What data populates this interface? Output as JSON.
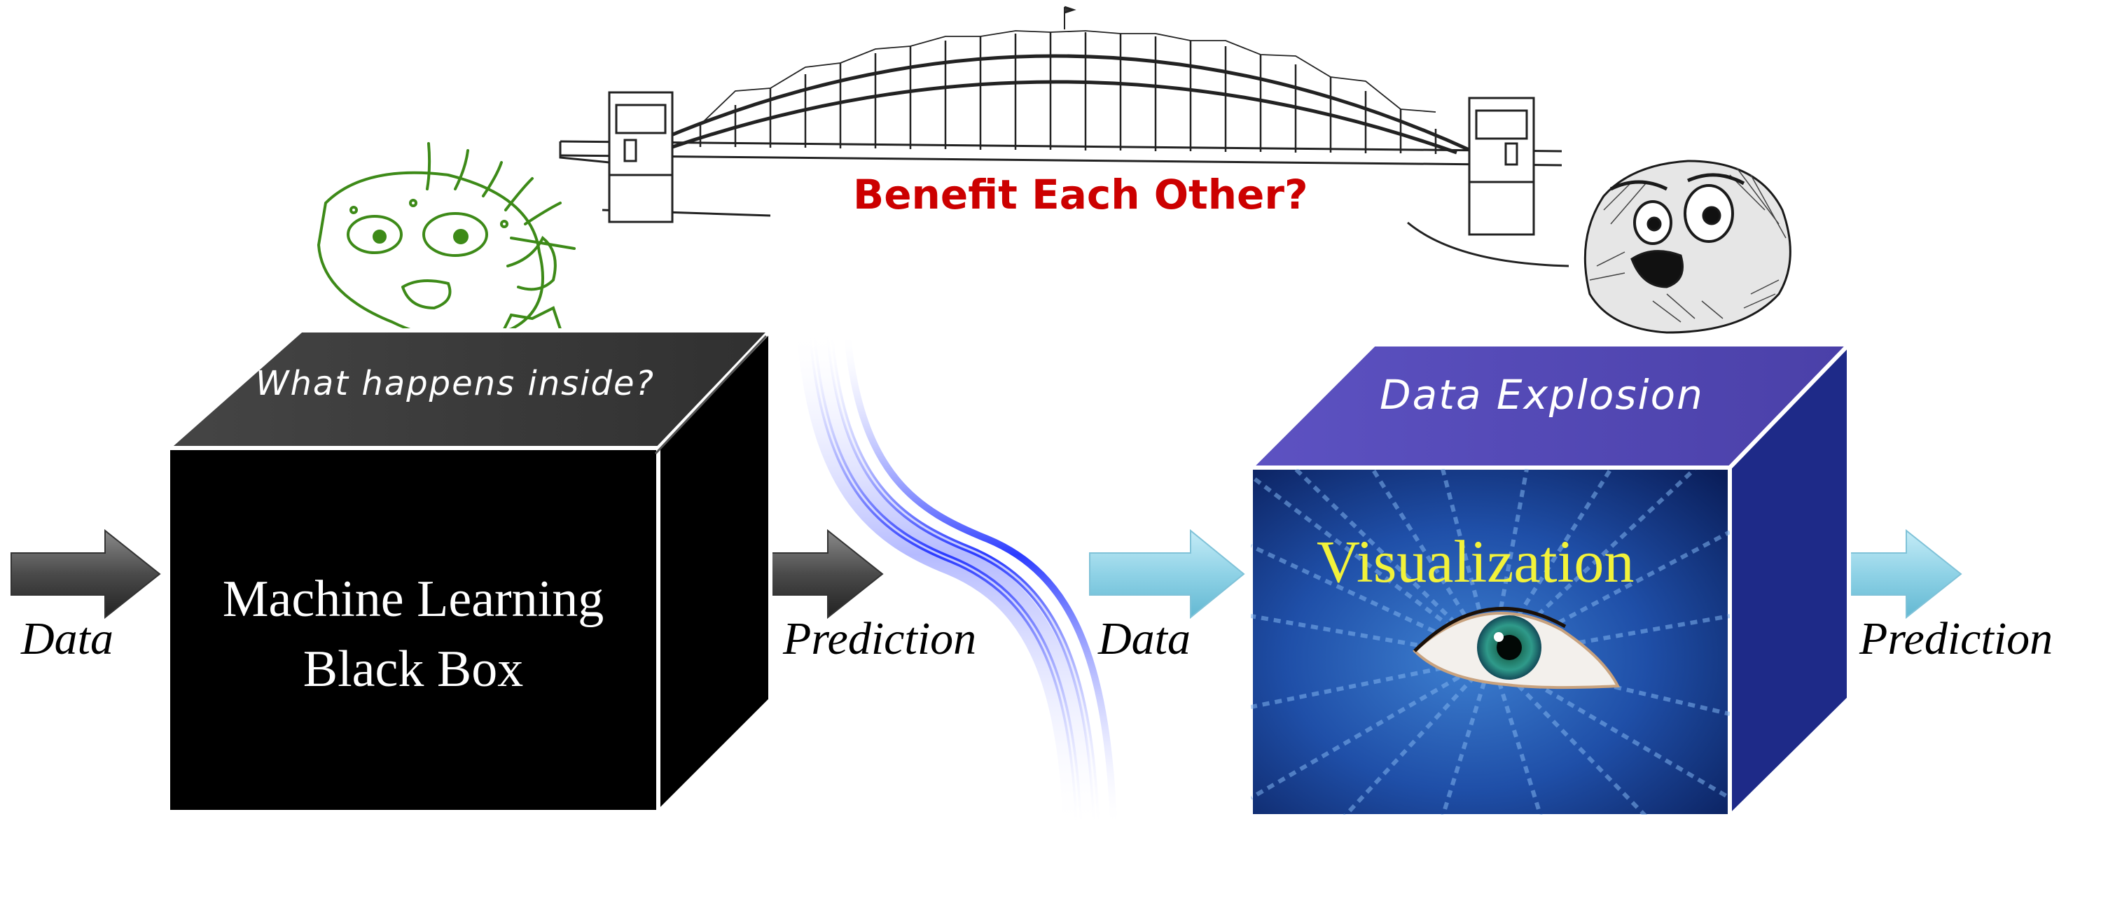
{
  "bridge": {
    "title": "Benefit Each Other?"
  },
  "left_block": {
    "top_label": "What happens inside?",
    "title_line1": "Machine Learning",
    "title_line2": "Black Box",
    "input_label": "Data",
    "output_label": "Prediction"
  },
  "right_block": {
    "top_label": "Data Explosion",
    "title": "Visualization",
    "input_label": "Data",
    "output_label": "Prediction"
  },
  "colors": {
    "ml_cube_front": "#000000",
    "ml_cube_top": "#3a3a3a",
    "viz_cube_top": "#5248b4",
    "viz_cube_side": "#1e2a88",
    "bridge_title": "#cc0000",
    "viz_title": "#f2f23a",
    "doodle_stroke": "#3d8a18",
    "arrow_dark": "#4a4a4a",
    "arrow_light": "#8fd2e6"
  }
}
